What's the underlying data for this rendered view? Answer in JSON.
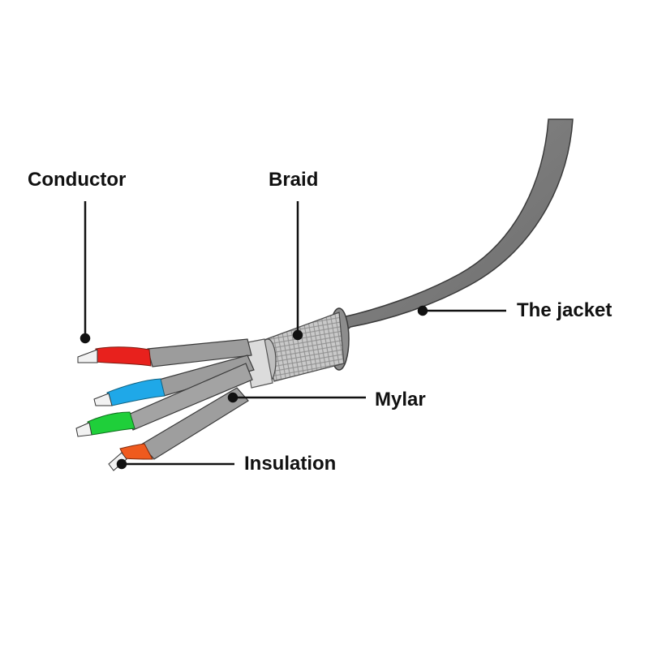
{
  "labels": {
    "conductor": "Conductor",
    "braid": "Braid",
    "jacket": "The jacket",
    "mylar": "Mylar",
    "insulation": "Insulation"
  },
  "colors": {
    "jacket": "#7a7a7a",
    "jacket_highlight": "#9a9a9a",
    "wire_insulation": "#9c9c9c",
    "mylar": "#d8d8d8",
    "braid": "#bdbdbd",
    "leader_line": "#111111",
    "conductor_red": "#e8211d",
    "conductor_blue": "#1fa8e8",
    "conductor_green": "#1fcf3a",
    "conductor_orange": "#ef5a1e"
  }
}
